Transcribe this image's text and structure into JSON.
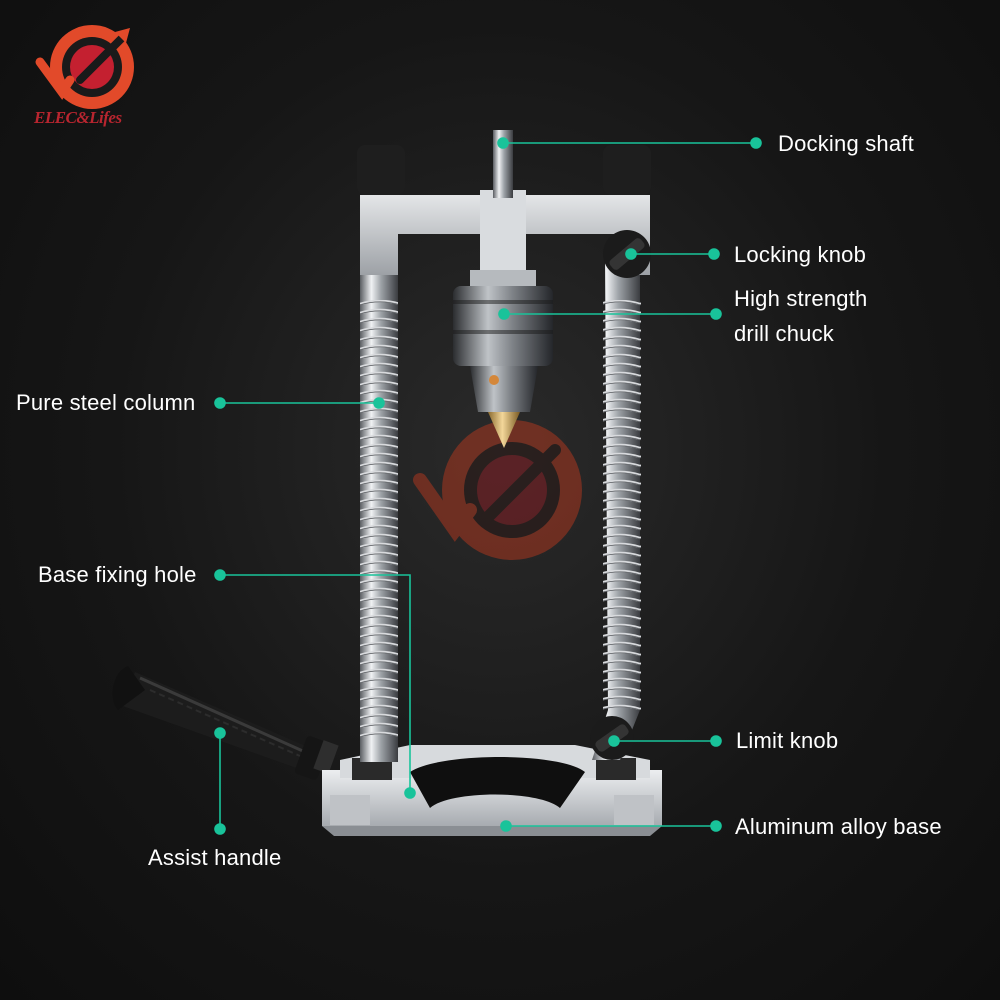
{
  "brand": {
    "name": "ELEC&Lifes",
    "logo_colors": [
      "#e6432b",
      "#c01f31"
    ]
  },
  "colors": {
    "background": "#161616",
    "callout": "#19c39a",
    "label_text": "#ffffff",
    "metal": "#c9ccd0",
    "rubber": "#1d1d1d"
  },
  "labels": {
    "docking_shaft": "Docking shaft",
    "locking_knob": "Locking knob",
    "drill_chuck_1": "High strength",
    "drill_chuck_2": "drill chuck",
    "steel_column": "Pure steel column",
    "base_fixing_hole": "Base fixing hole",
    "limit_knob": "Limit knob",
    "aluminum_base": "Aluminum alloy base",
    "assist_handle": "Assist handle"
  }
}
